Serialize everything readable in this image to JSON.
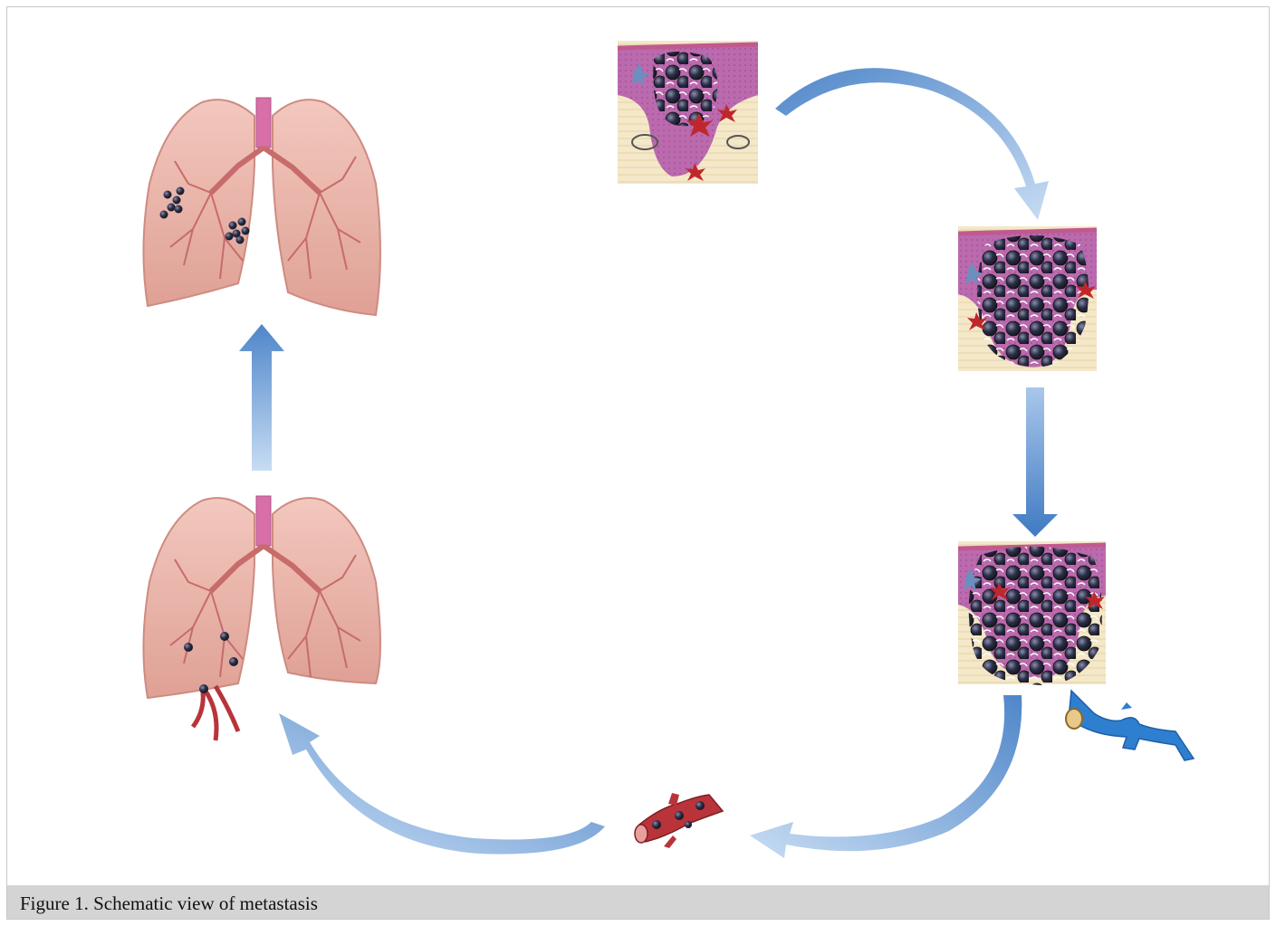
{
  "figure": {
    "caption": "Figure 1. Schematic view of metastasis"
  },
  "colors": {
    "arrow": "#4f86c9",
    "arrow_light": "#c7dcf3",
    "lung": "#e8a59a",
    "lung_edge": "#c97f74",
    "trachea": "#d86fa8",
    "tissue_purple": "#b463a8",
    "tissue_cream": "#f4e8c9",
    "tumor_cell": "#2c2e45",
    "vessel_red": "#b8343a",
    "vessel_blue": "#2f7fd0"
  },
  "panels": [
    {
      "id": "primary-tumor-early",
      "stage": 1
    },
    {
      "id": "primary-tumor-growing",
      "stage": 2
    },
    {
      "id": "primary-tumor-invasive",
      "stage": 3
    },
    {
      "id": "circulating-tumor-cells",
      "stage": 4
    },
    {
      "id": "lung-arrest",
      "stage": 5
    },
    {
      "id": "lung-metastases",
      "stage": 6
    }
  ]
}
